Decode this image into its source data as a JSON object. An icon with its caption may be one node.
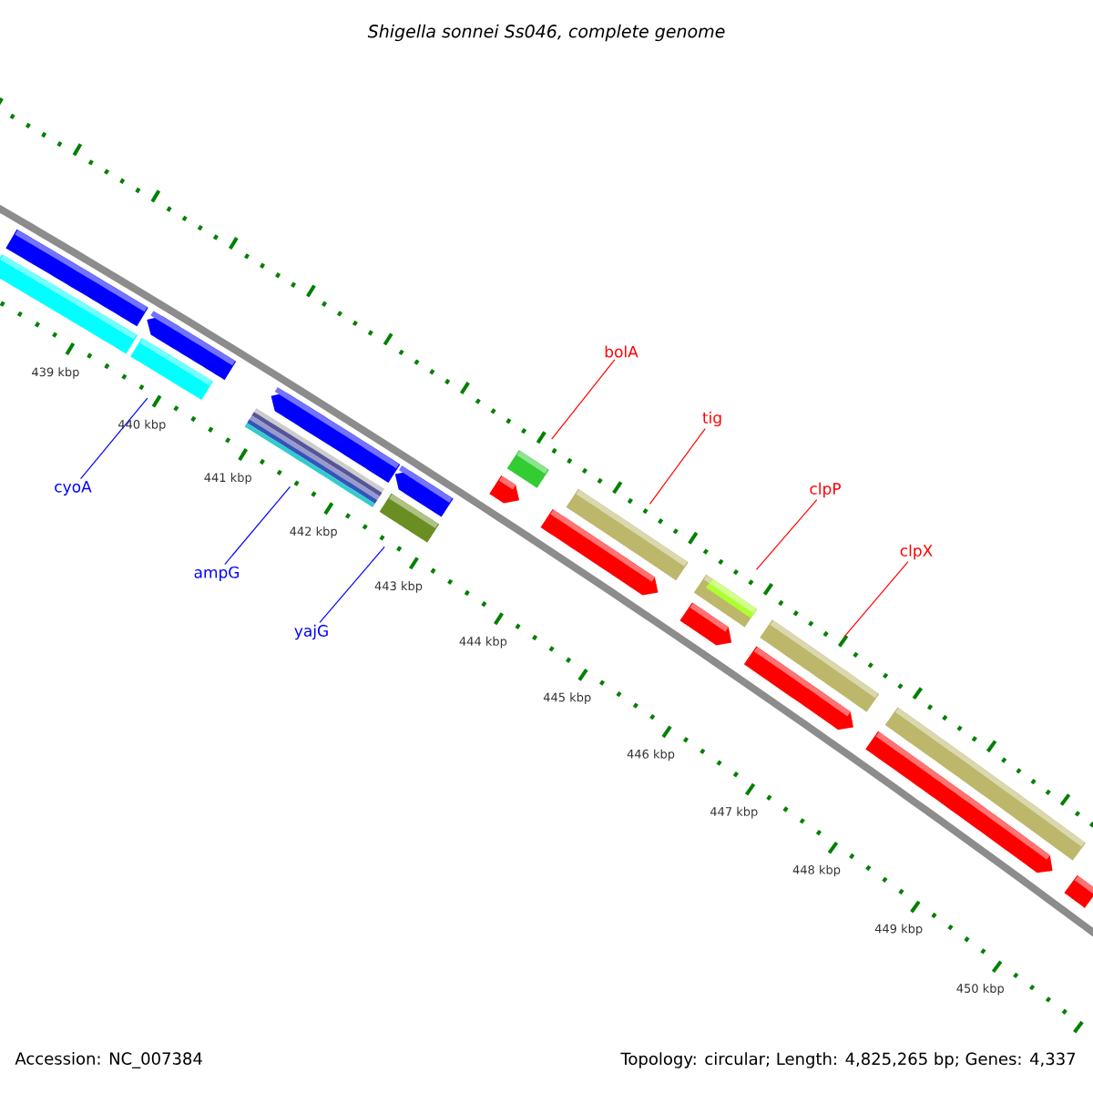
{
  "diagram": {
    "title": "Shigella sonnei Ss046, complete genome",
    "nodes": [
      {
        "text": [],
        "shape": "bar"
      },
      {
        "text": [],
        "shape": "bar"
      },
      {
        "text": [],
        "shape": "bar"
      },
      {
        "text": [],
        "shape": "bar"
      },
      {
        "text": [],
        "shape": "bar"
      },
      {
        "text": [],
        "shape": "bar"
      },
      {
        "text": [],
        "shape": "bar"
      },
      {
        "text": [],
        "shape": "bar"
      },
      {
        "text": [],
        "shape": "bar"
      },
      {
        "text": [],
        "shape": "bar"
      },
      {
        "text": [],
        "shape": "bar"
      },
      {
        "text": [],
        "shape": "bar"
      },
      {
        "text": [],
        "shape": "bar"
      },
      {
        "text": [],
        "shape": "bar",
        "in": 12
      },
      {
        "text": [],
        "shape": "bar"
      },
      {
        "text": [],
        "shape": "bar"
      },
      {
        "text": [],
        "shape": "bar"
      },
      {
        "text": [],
        "shape": "bar"
      },
      {
        "text": [],
        "shape": "bar"
      },
      {
        "text": [],
        "shape": "bar"
      },
      {
        "text": [
          "cyoA"
        ]
      },
      {
        "text": [
          "ampG"
        ]
      },
      {
        "text": [
          "yajG"
        ]
      },
      {
        "text": [
          "bolA"
        ]
      },
      {
        "text": [
          "tig"
        ]
      },
      {
        "text": [
          "clpP"
        ]
      },
      {
        "text": [
          "clpX"
        ]
      }
    ],
    "edges": [
      {
        "from": 20,
        "to": 3,
        "arrow": "none",
        "color": "#0000ff"
      },
      {
        "from": 21,
        "to": 5,
        "arrow": "none",
        "color": "#0000ff"
      },
      {
        "from": 22,
        "to": 7,
        "arrow": "none",
        "color": "#0000ff"
      },
      {
        "from": 23,
        "to": 9,
        "arrow": "none"
      },
      {
        "from": 24,
        "to": 10,
        "arrow": "none"
      },
      {
        "from": 25,
        "to": 13,
        "arrow": "none"
      },
      {
        "from": 26,
        "to": 15,
        "arrow": "none"
      }
    ],
    "labels": [
      "439 kbp",
      "440 kbp",
      "441 kbp",
      "442 kbp",
      "443 kbp",
      "444 kbp",
      "445 kbp",
      "446 kbp",
      "447 kbp",
      "448 kbp",
      "449 kbp",
      "450 kbp",
      "Accession: NC_007384",
      "Topology: circular; Length: 4,825,265 bp; Genes: 4,337"
    ]
  }
}
